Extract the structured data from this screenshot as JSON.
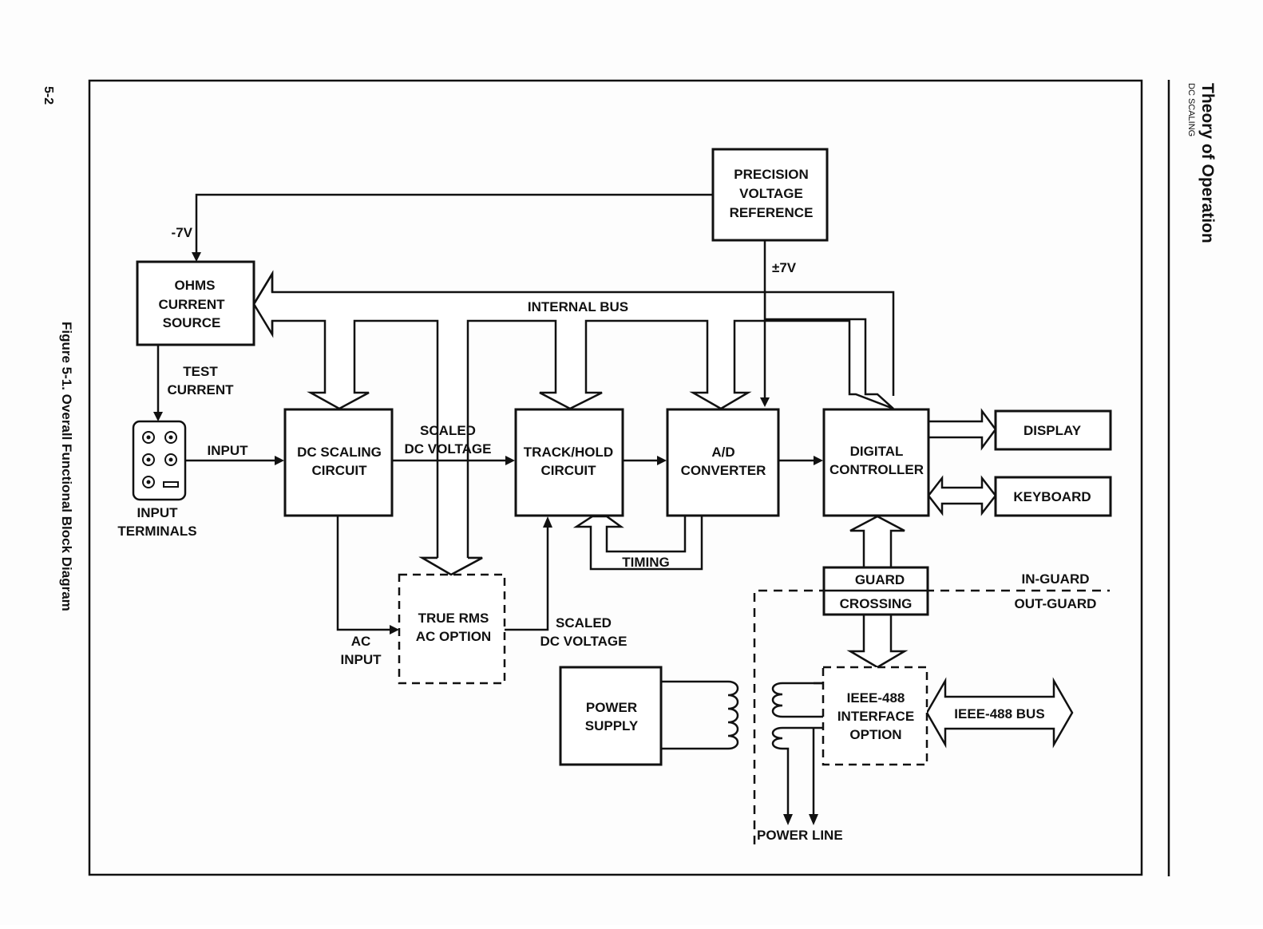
{
  "page": {
    "page_number": "5-2",
    "section_title": "Theory of Operation",
    "section_subtitle": "DC SCALING",
    "figure_caption": "Figure 5-1. Overall Functional Block Diagram"
  },
  "blocks": {
    "precision_ref": [
      "PRECISION",
      "VOLTAGE",
      "REFERENCE"
    ],
    "ohms_source": [
      "OHMS",
      "CURRENT",
      "SOURCE"
    ],
    "dc_scaling": [
      "DC SCALING",
      "CIRCUIT"
    ],
    "track_hold": [
      "TRACK/HOLD",
      "CIRCUIT"
    ],
    "ad_converter": [
      "A/D",
      "CONVERTER"
    ],
    "digital_controller": [
      "DIGITAL",
      "CONTROLLER"
    ],
    "display": "DISPLAY",
    "keyboard": "KEYBOARD",
    "true_rms": [
      "TRUE RMS",
      "AC OPTION"
    ],
    "guard_crossing": [
      "GUARD",
      "CROSSING"
    ],
    "power_supply": [
      "POWER",
      "SUPPLY"
    ],
    "ieee_option": [
      "IEEE-488",
      "INTERFACE",
      "OPTION"
    ]
  },
  "labels": {
    "minus7v": "-7V",
    "pm7v": "±7V",
    "internal_bus": "INTERNAL BUS",
    "test_current": [
      "TEST",
      "CURRENT"
    ],
    "input": "INPUT",
    "input_terminals": [
      "INPUT",
      "TERMINALS"
    ],
    "scaled_dc_top": [
      "SCALED",
      "DC VOLTAGE"
    ],
    "scaled_dc_bottom": [
      "SCALED",
      "DC VOLTAGE"
    ],
    "ac_input": [
      "AC",
      "INPUT"
    ],
    "timing": "TIMING",
    "in_guard": "IN-GUARD",
    "out_guard": "OUT-GUARD",
    "ieee_bus": "IEEE-488 BUS",
    "power_line": "POWER LINE"
  }
}
